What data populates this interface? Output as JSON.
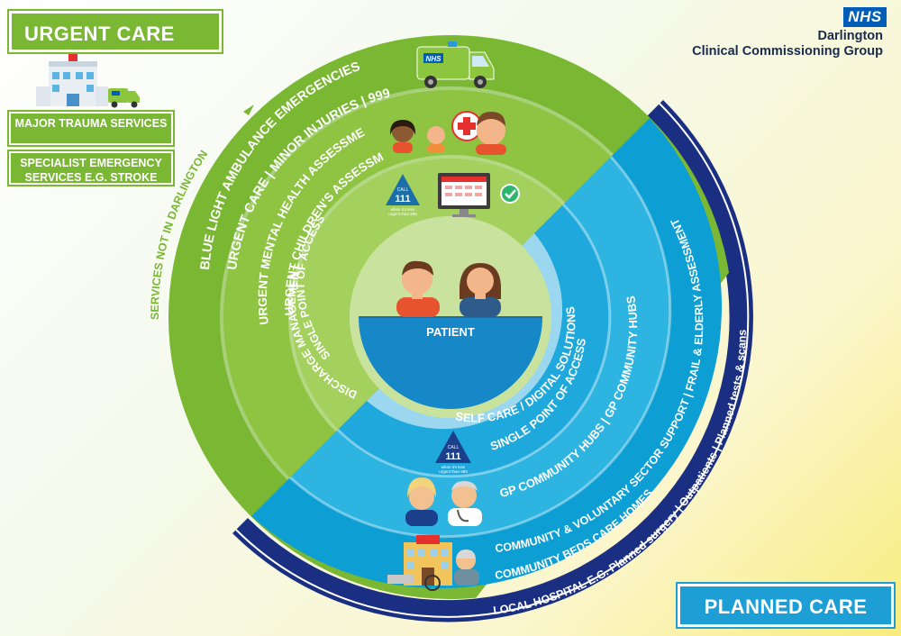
{
  "header": {
    "urgent_care_title": "URGENT CARE",
    "planned_care_title": "PLANNED CARE",
    "nhs_logo_text": "NHS",
    "org_line1": "Darlington",
    "org_line2": "Clinical Commissioning Group"
  },
  "side_boxes": {
    "box1": "MAJOR TRAUMA SERVICES",
    "box2": "SPECIALIST EMERGENCY SERVICES E.G. STROKE",
    "services_not_in": "SERVICES NOT IN DARLINGTON"
  },
  "center": {
    "patient_label": "PATIENT"
  },
  "urgent_rings": {
    "outer_line1": "BLUE LIGHT AMBULANCE EMERGENCIES",
    "outer_line2": "URGENT CARE | MINOR INJURIES | 999",
    "middle_line1": "URGENT MENTAL HEALTH ASSESSMENT",
    "middle_line2": "URGENT CHILDREN'S ASSESSMENT",
    "inner_line1": "SINGLE POINT OF ACCESS",
    "inner_line2": "DISCHARGE MANAGEMENT"
  },
  "planned_rings": {
    "self_care": "SELF CARE / DIGITAL SOLUTIONS",
    "single_point": "SINGLE POINT OF ACCESS",
    "gp_hubs": "GP COMMUNITY HUBS | GP COMMUNITY HUBS",
    "community_line1": "COMMUNITY & VOLUNTARY SECTOR SUPPORT | FRAIL & ELDERLY ASSESSMENT",
    "community_line2": "COMMUNITY BEDS CARE HOMES",
    "local_hospital": "LOCAL HOSPITAL E.G. Planned surgery | Outpatients | Planned tests & scans"
  },
  "call111": {
    "call": "CALL",
    "number": "111",
    "sub1": "when it's less",
    "sub2": "urgent than 999"
  },
  "ambulance_text": "NHS",
  "colors": {
    "green_outer": "#7ab733",
    "green_mid": "#8ec442",
    "green_inner": "#a4d05d",
    "green_pale": "#c0df8c",
    "blue_navy": "#1b2f82",
    "blue_mid": "#0d9fd4",
    "blue_light": "#2db4e0",
    "blue_pale": "#9bd8ef",
    "blue_deep": "#1688c7"
  }
}
